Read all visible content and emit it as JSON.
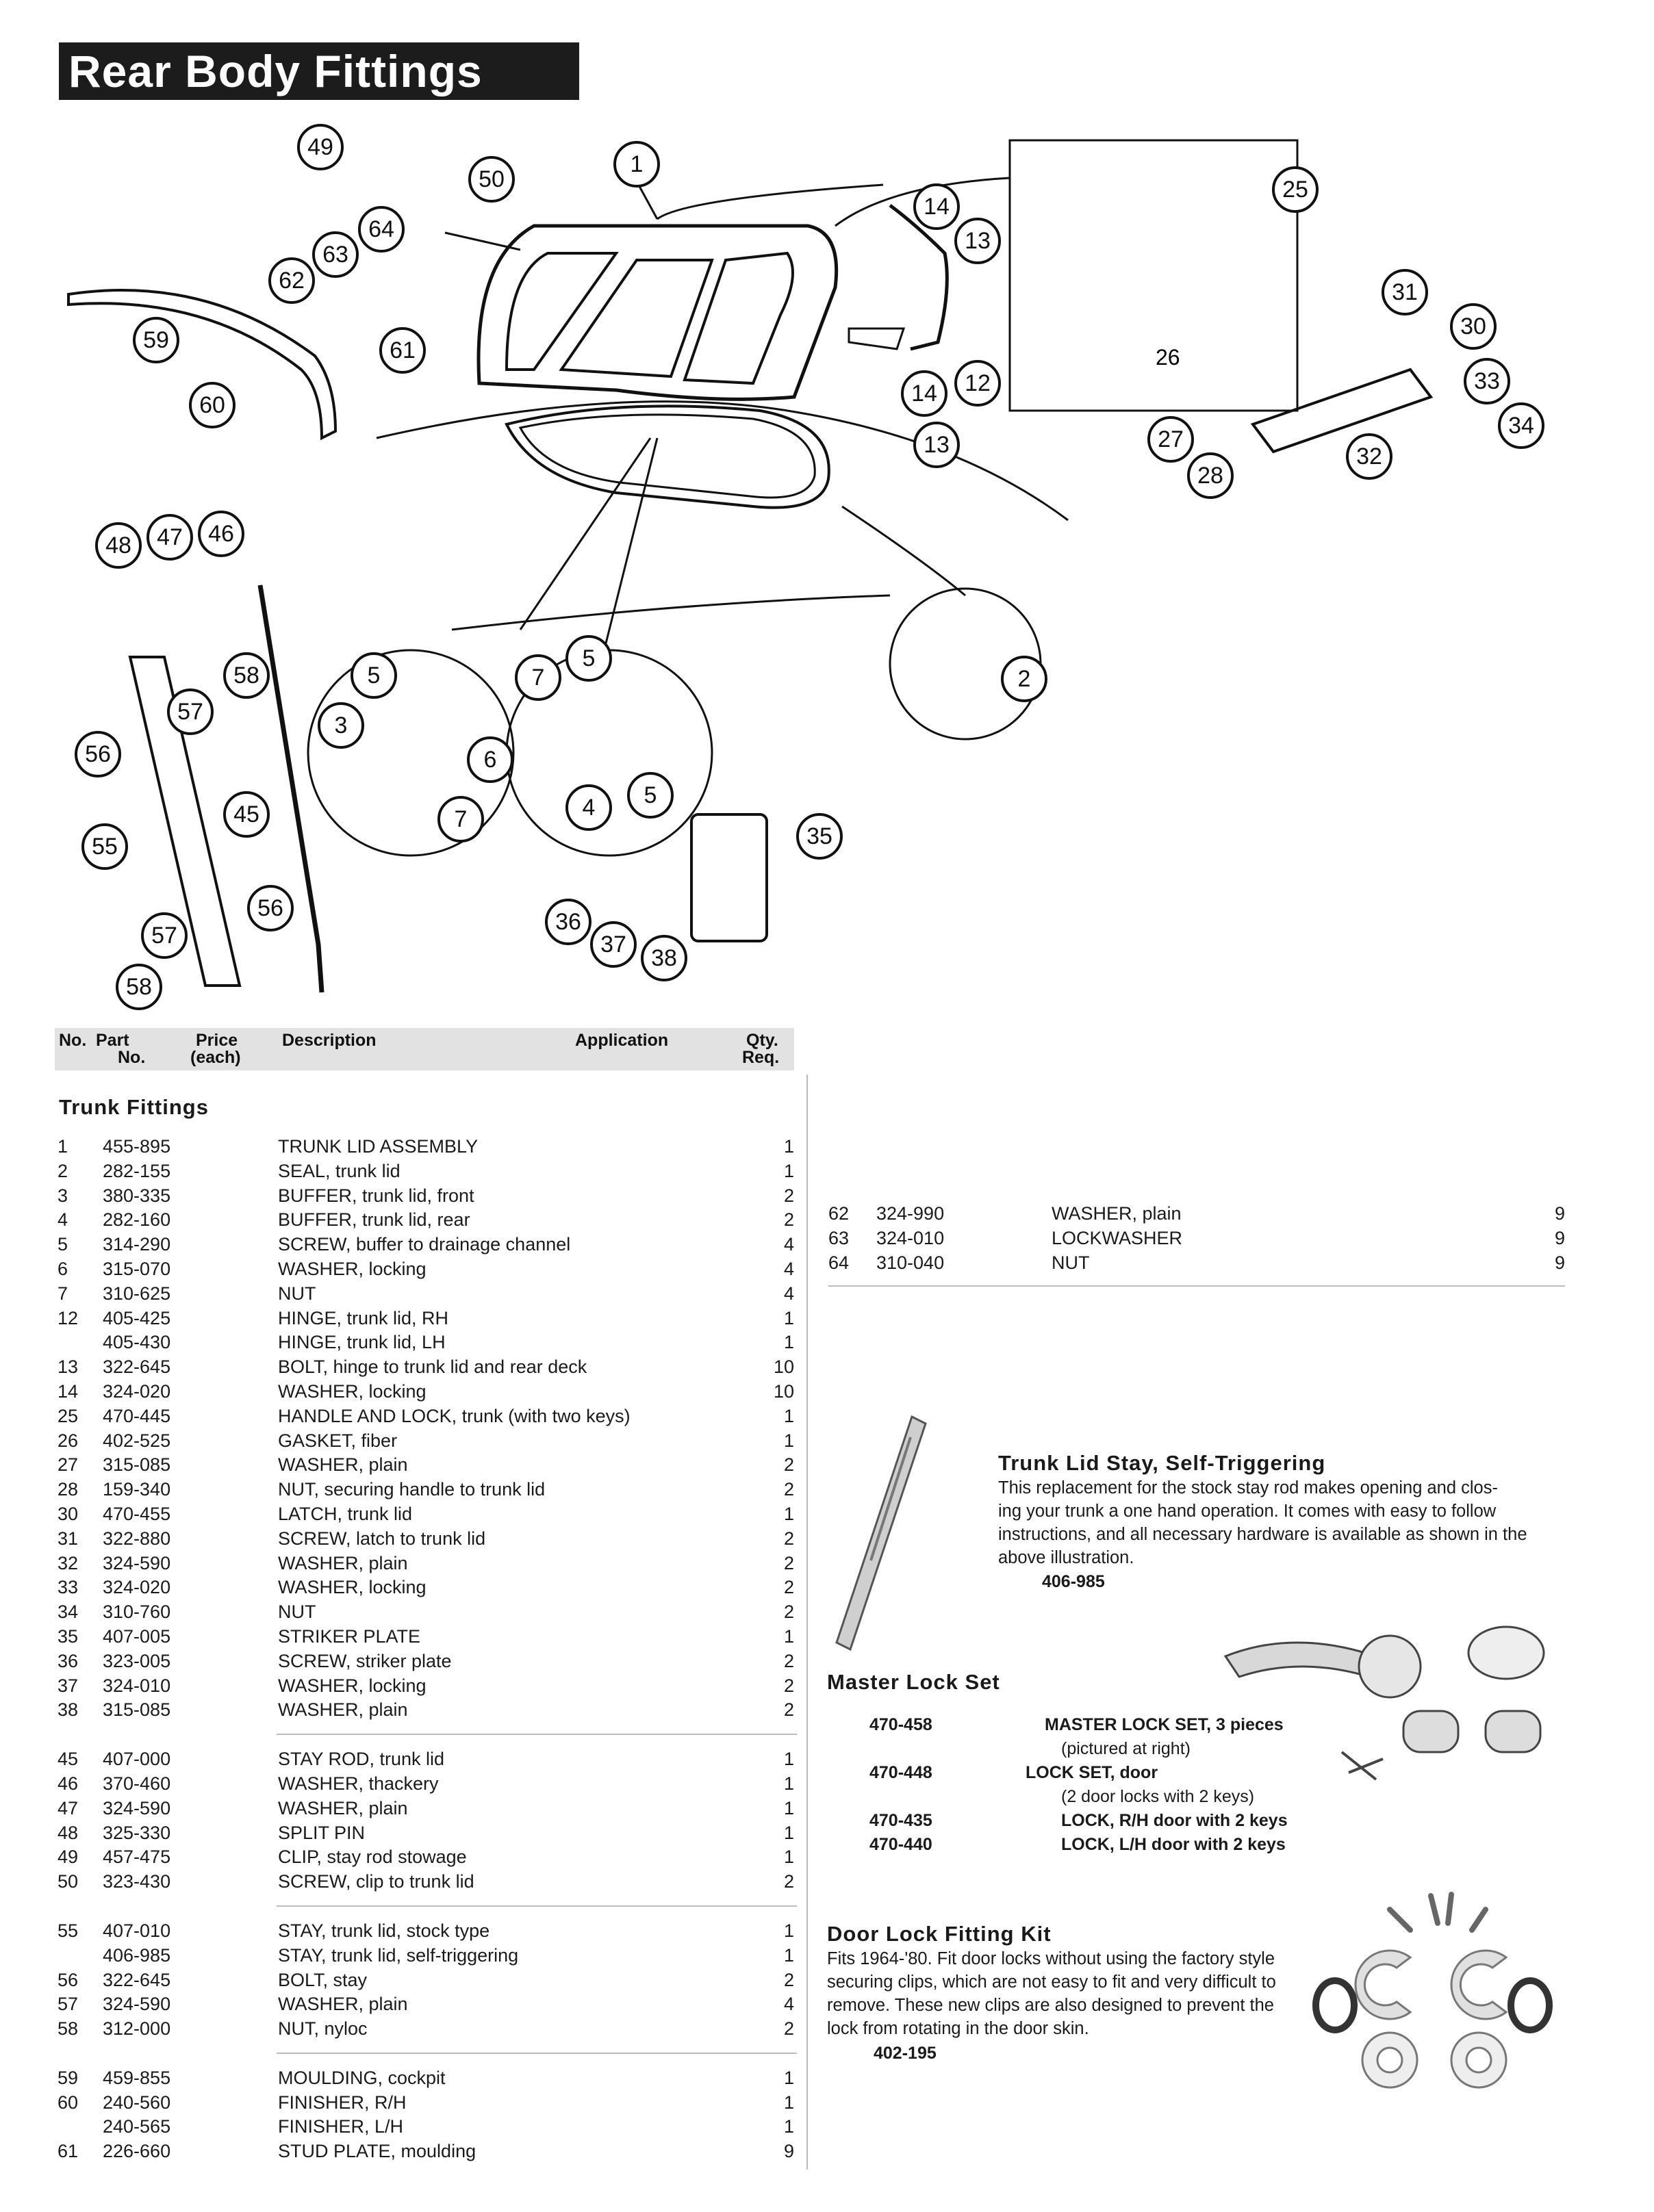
{
  "title": "Rear Body Fittings",
  "header": {
    "no": "No.",
    "part_no_line1": "Part",
    "part_no_line2": "No.",
    "price_line1": "Price",
    "price_line2": "(each)",
    "description": "Description",
    "application": "Application",
    "qty_line1": "Qty.",
    "qty_line2": "Req."
  },
  "section": "Trunk Fittings",
  "callouts": [
    "49",
    "50",
    "1",
    "64",
    "63",
    "62",
    "61",
    "59",
    "60",
    "14",
    "13",
    "12",
    "14",
    "13",
    "25",
    "26",
    "31",
    "30",
    "33",
    "34",
    "32",
    "27",
    "28",
    "48",
    "47",
    "46",
    "58",
    "57",
    "56",
    "55",
    "45",
    "56",
    "57",
    "58",
    "5",
    "3",
    "6",
    "7",
    "7",
    "5",
    "4",
    "5",
    "2",
    "35",
    "36",
    "37",
    "38"
  ],
  "groups": [
    [
      {
        "no": "1",
        "pn": "455-895",
        "desc": "TRUNK LID ASSEMBLY",
        "qty": "1"
      },
      {
        "no": "2",
        "pn": "282-155",
        "desc": "SEAL, trunk lid",
        "qty": "1"
      },
      {
        "no": "3",
        "pn": "380-335",
        "desc": "BUFFER, trunk lid, front",
        "qty": "2"
      },
      {
        "no": "4",
        "pn": "282-160",
        "desc": "BUFFER, trunk lid, rear",
        "qty": "2"
      },
      {
        "no": "5",
        "pn": "314-290",
        "desc": "SCREW, buffer to drainage channel",
        "qty": "4"
      },
      {
        "no": "6",
        "pn": "315-070",
        "desc": "WASHER, locking",
        "qty": "4"
      },
      {
        "no": "7",
        "pn": "310-625",
        "desc": "NUT",
        "qty": "4"
      },
      {
        "no": "12",
        "pn": "405-425",
        "desc": "HINGE, trunk lid, RH",
        "qty": "1"
      },
      {
        "no": "",
        "pn": "405-430",
        "desc": "HINGE, trunk lid, LH",
        "qty": "1"
      },
      {
        "no": "13",
        "pn": "322-645",
        "desc": "BOLT, hinge to trunk lid and rear deck",
        "qty": "10"
      },
      {
        "no": "14",
        "pn": "324-020",
        "desc": "WASHER, locking",
        "qty": "10"
      },
      {
        "no": "25",
        "pn": "470-445",
        "desc": "HANDLE AND LOCK, trunk (with two keys)",
        "qty": "1"
      },
      {
        "no": "26",
        "pn": "402-525",
        "desc": "  GASKET, fiber",
        "qty": "1"
      },
      {
        "no": "27",
        "pn": "315-085",
        "desc": "WASHER, plain",
        "qty": "2"
      },
      {
        "no": "28",
        "pn": "159-340",
        "desc": "NUT, securing handle to trunk lid",
        "qty": "2"
      },
      {
        "no": "30",
        "pn": "470-455",
        "desc": "LATCH, trunk lid",
        "qty": "1"
      },
      {
        "no": "31",
        "pn": "322-880",
        "desc": "SCREW, latch to trunk lid",
        "qty": "2"
      },
      {
        "no": "32",
        "pn": "324-590",
        "desc": "WASHER, plain",
        "qty": "2"
      },
      {
        "no": "33",
        "pn": "324-020",
        "desc": "WASHER, locking",
        "qty": "2"
      },
      {
        "no": "34",
        "pn": "310-760",
        "desc": "NUT",
        "qty": "2"
      },
      {
        "no": "35",
        "pn": "407-005",
        "desc": "STRIKER PLATE",
        "qty": "1"
      },
      {
        "no": "36",
        "pn": "323-005",
        "desc": "SCREW, striker plate",
        "qty": "2"
      },
      {
        "no": "37",
        "pn": "324-010",
        "desc": "WASHER, locking",
        "qty": "2"
      },
      {
        "no": "38",
        "pn": "315-085",
        "desc": "WASHER, plain",
        "qty": "2"
      }
    ],
    [
      {
        "no": "45",
        "pn": "407-000",
        "desc": "STAY ROD, trunk lid",
        "qty": "1"
      },
      {
        "no": "46",
        "pn": "370-460",
        "desc": "WASHER, thackery",
        "qty": "1"
      },
      {
        "no": "47",
        "pn": "324-590",
        "desc": "WASHER, plain",
        "qty": "1"
      },
      {
        "no": "48",
        "pn": "325-330",
        "desc": "SPLIT PIN",
        "qty": "1"
      },
      {
        "no": "49",
        "pn": "457-475",
        "desc": "CLIP, stay rod stowage",
        "qty": "1"
      },
      {
        "no": "50",
        "pn": "323-430",
        "desc": "SCREW, clip to trunk lid",
        "qty": "2"
      }
    ],
    [
      {
        "no": "55",
        "pn": "407-010",
        "desc": "STAY, trunk lid, stock type",
        "qty": "1"
      },
      {
        "no": "",
        "pn": "406-985",
        "desc": "STAY, trunk lid, self-triggering",
        "qty": "1"
      },
      {
        "no": "56",
        "pn": "322-645",
        "desc": "BOLT, stay",
        "qty": "2"
      },
      {
        "no": "57",
        "pn": "324-590",
        "desc": "WASHER, plain",
        "qty": "4"
      },
      {
        "no": "58",
        "pn": "312-000",
        "desc": "NUT, nyloc",
        "qty": "2"
      }
    ],
    [
      {
        "no": "59",
        "pn": "459-855",
        "desc": "MOULDING, cockpit",
        "qty": "1"
      },
      {
        "no": "60",
        "pn": "240-560",
        "desc": "FINISHER, R/H",
        "qty": "1"
      },
      {
        "no": "",
        "pn": "240-565",
        "desc": "FINISHER, L/H",
        "qty": "1"
      },
      {
        "no": "61",
        "pn": "226-660",
        "desc": "STUD PLATE, moulding",
        "qty": "9"
      }
    ]
  ],
  "right_rows": [
    {
      "no": "62",
      "pn": "324-990",
      "desc": "WASHER, plain",
      "qty": "9"
    },
    {
      "no": "63",
      "pn": "324-010",
      "desc": "LOCKWASHER",
      "qty": "9"
    },
    {
      "no": "64",
      "pn": "310-040",
      "desc": "NUT",
      "qty": "9"
    }
  ],
  "stay": {
    "title": "Trunk Lid Stay, Self-Triggering",
    "lines": [
      "This replacement for the stock stay rod makes opening and clos-",
      "ing your trunk  a one hand operation. It comes with easy to follow",
      "instructions, and all necessary hardware is available as shown in the",
      "above illustration."
    ],
    "part": "406-985"
  },
  "master_lock": {
    "title": "Master Lock Set",
    "items": [
      {
        "pn": "470-458",
        "desc": "MASTER LOCK SET, 3 pieces",
        "sub": "(pictured at right)"
      },
      {
        "pn": "470-448",
        "desc": "LOCK SET, door",
        "sub": "(2 door locks with 2 keys)"
      },
      {
        "pn": "470-435",
        "desc": "LOCK, R/H door with 2 keys",
        "sub": ""
      },
      {
        "pn": "470-440",
        "desc": "LOCK, L/H door with 2 keys",
        "sub": ""
      }
    ]
  },
  "door_kit": {
    "title": "Door Lock Fitting Kit",
    "lines": [
      "Fits 1964-'80. Fit door locks without using the factory style",
      "securing clips, which are not easy to fit and very difficult to",
      "remove. These new clips are also designed to prevent the",
      "lock from rotating in the door skin."
    ],
    "part": "402-195"
  }
}
